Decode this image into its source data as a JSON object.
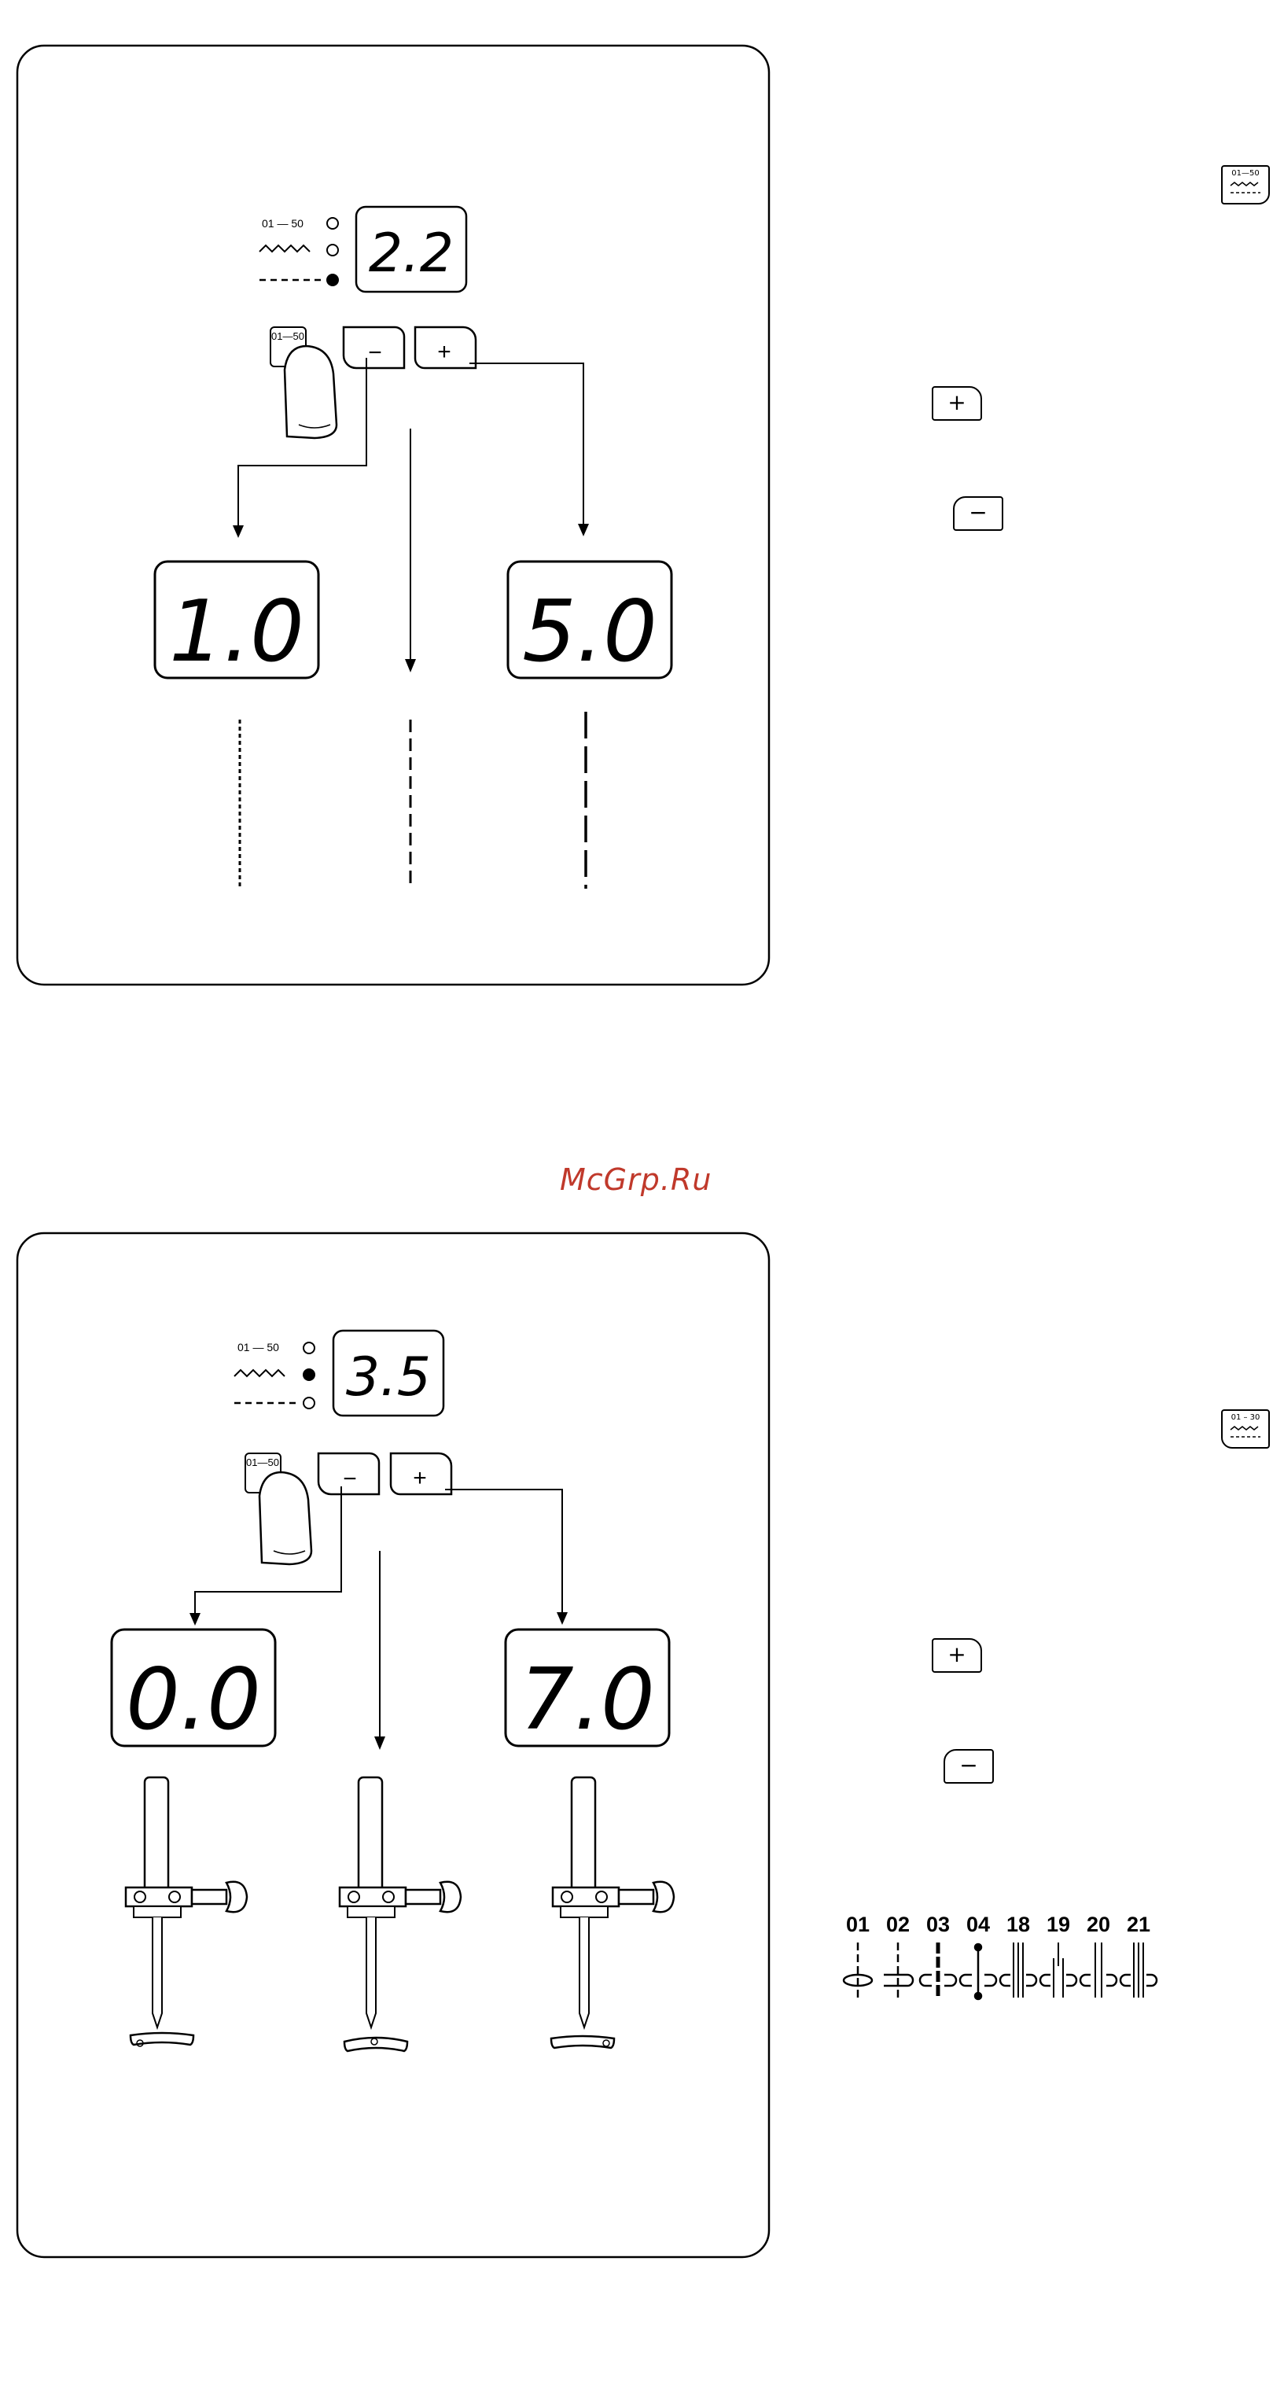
{
  "watermark": "McGrp.Ru",
  "panel1": {
    "mode_range": "01 — 50",
    "lcd_value": "2.2",
    "mode_key_label": "01—50",
    "minus_label": "−",
    "plus_label": "+",
    "result_left": "1.0",
    "result_right": "5.0"
  },
  "panel2": {
    "mode_range": "01 — 50",
    "lcd_value": "3.5",
    "mode_key_label": "01—50",
    "minus_label": "−",
    "plus_label": "+",
    "result_left": "0.0",
    "result_right": "7.0"
  },
  "side": {
    "key1_label": "01—50",
    "plus1": "+",
    "minus1": "−",
    "key2_label": "01 – 30",
    "plus2": "+",
    "minus2": "−"
  },
  "stitch_numbers": [
    "01",
    "02",
    "03",
    "04",
    "18",
    "19",
    "20",
    "21"
  ]
}
